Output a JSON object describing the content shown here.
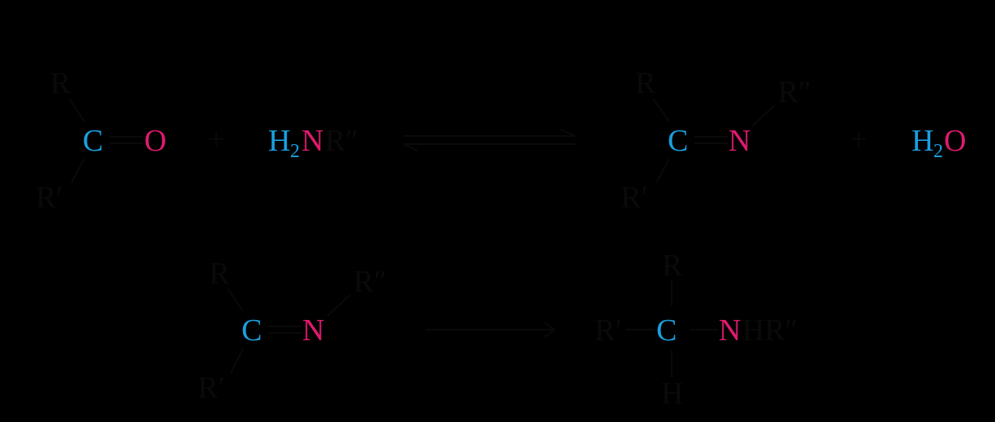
{
  "colors": {
    "background": "#000000",
    "ink": "#0a0a0a",
    "carbon": "#1aa0e0",
    "heteroatom": "#e01a6e"
  },
  "atoms": {
    "R": "R",
    "R_prime": "R′",
    "R_double_prime": "R″",
    "C": "C",
    "O": "O",
    "N": "N",
    "H": "H",
    "HR_double_prime": "HR″",
    "plus": "+",
    "subscript_2": "2"
  },
  "reaction1": {
    "reactant": {
      "R": "R",
      "R_prime": "R′",
      "C": "C",
      "O": "O"
    },
    "plus_1": "+",
    "amine": {
      "H": "H",
      "sub": "2",
      "N": "N",
      "R_double_prime": "R″"
    },
    "arrow": "equilibrium",
    "product": {
      "R": "R",
      "R_prime": "R′",
      "C": "C",
      "N": "N",
      "R_double_prime": "R″"
    },
    "plus_2": "+",
    "water": {
      "H": "H",
      "sub": "2",
      "O": "O"
    }
  },
  "reaction2": {
    "reactant": {
      "R": "R",
      "R_prime": "R′",
      "C": "C",
      "N": "N",
      "R_double_prime": "R″"
    },
    "arrow": "forward",
    "product": {
      "R": "R",
      "R_prime": "R′",
      "C": "C",
      "H": "H",
      "N": "N",
      "HR_double_prime": "HR″"
    }
  }
}
